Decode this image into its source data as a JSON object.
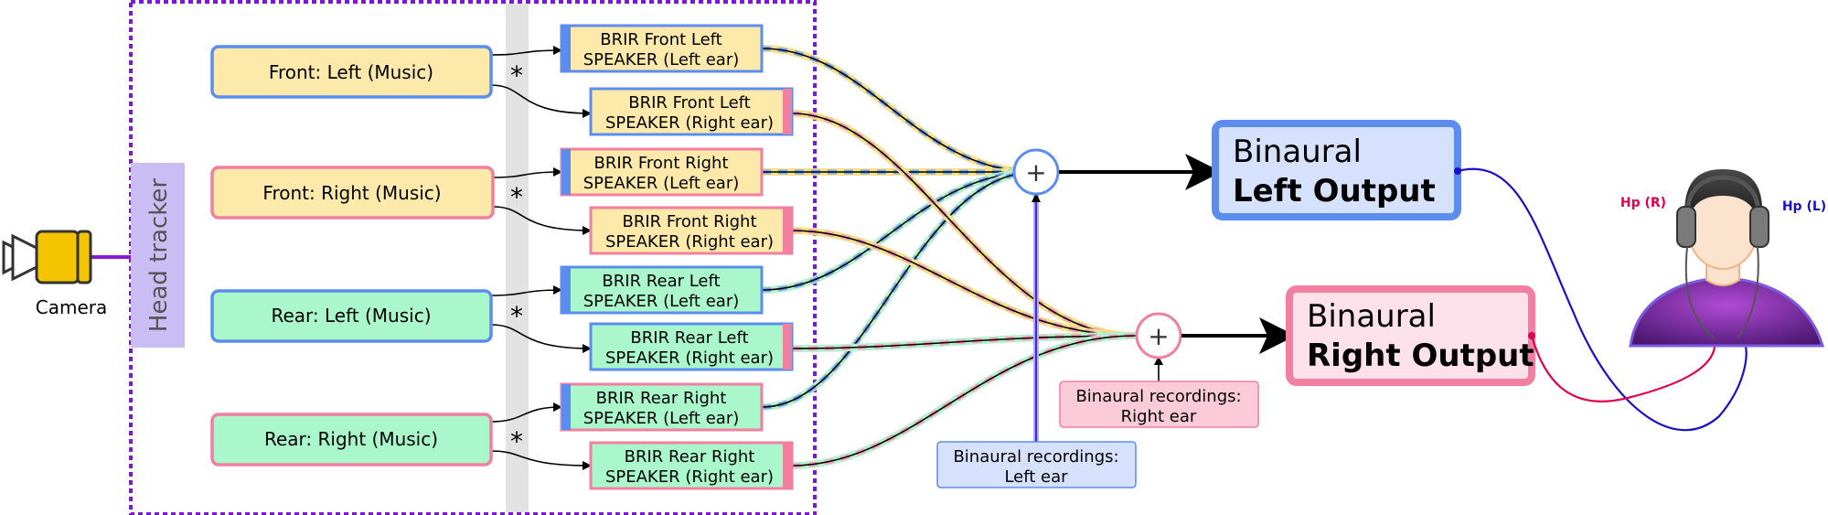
{
  "camera": {
    "label": "Camera",
    "icon": "camera-icon"
  },
  "head_tracker": {
    "label": "Head tracker"
  },
  "multiply_symbol": "*",
  "sources": [
    {
      "id": "front-left",
      "label": "Front: Left (Music)"
    },
    {
      "id": "front-right",
      "label": "Front: Right (Music)"
    },
    {
      "id": "rear-left",
      "label": "Rear: Left (Music)"
    },
    {
      "id": "rear-right",
      "label": "Rear: Right (Music)"
    }
  ],
  "brirs": [
    {
      "line1": "BRIR Front Left",
      "line2": "SPEAKER (Left ear)"
    },
    {
      "line1": "BRIR Front Left",
      "line2": "SPEAKER (Right ear)"
    },
    {
      "line1": "BRIR Front Right",
      "line2": "SPEAKER (Left ear)"
    },
    {
      "line1": "BRIR Front Right",
      "line2": "SPEAKER (Right ear)"
    },
    {
      "line1": "BRIR Rear Left",
      "line2": "SPEAKER (Left ear)"
    },
    {
      "line1": "BRIR Rear Left",
      "line2": "SPEAKER (Right ear)"
    },
    {
      "line1": "BRIR Rear Right",
      "line2": "SPEAKER (Left ear)"
    },
    {
      "line1": "BRIR Rear Right",
      "line2": "SPEAKER (Right ear)"
    }
  ],
  "sum_symbol": "+",
  "recordings": {
    "left": {
      "line1": "Binaural recordings:",
      "line2": "Left ear"
    },
    "right": {
      "line1": "Binaural recordings:",
      "line2": "Right ear"
    }
  },
  "outputs": {
    "left": {
      "line1": "Binaural",
      "line2": "Left Output"
    },
    "right": {
      "line1": "Binaural",
      "line2": "Right Output"
    }
  },
  "headphones": {
    "right_label": "Hp (R)",
    "left_label": "Hp (L)"
  },
  "colors": {
    "front_fill": "#fde9a9",
    "rear_fill": "#aaf7cc",
    "blue_border": "#5b8def",
    "pink_border": "#f07fa0",
    "left_output_fill": "#d6e2fd",
    "right_output_fill": "#fde1ea",
    "tracker_fill": "#c9bdf4",
    "dotted_border": "#7a18d6",
    "camera_body": "#f5c400",
    "hp_right": "#e0004f",
    "hp_left": "#1a10c8"
  }
}
